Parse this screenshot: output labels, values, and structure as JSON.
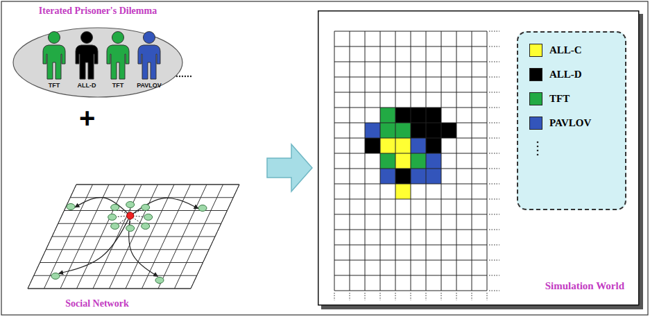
{
  "diagram": {
    "nodes": [
      {
        "text": [
          "Iterated Prisoner's Dilemma"
        ]
      },
      {
        "text": [
          "TFT"
        ],
        "in": 0
      },
      {
        "text": [
          "ALL-D"
        ],
        "in": 0
      },
      {
        "text": [
          "TFT"
        ],
        "in": 0
      },
      {
        "text": [
          "PAVLOV"
        ],
        "in": 0
      },
      {
        "text": [
          "Social Network"
        ]
      },
      {
        "text": [
          "Simulation World"
        ]
      }
    ],
    "labels": [
      "+"
    ],
    "legend": [
      {
        "text": "ALL-C",
        "color": "#ffff33"
      },
      {
        "text": "ALL-D",
        "color": "#000000"
      },
      {
        "text": "TFT",
        "color": "#22aa44"
      },
      {
        "text": "PAVLOV",
        "color": "#3355bb"
      }
    ]
  }
}
